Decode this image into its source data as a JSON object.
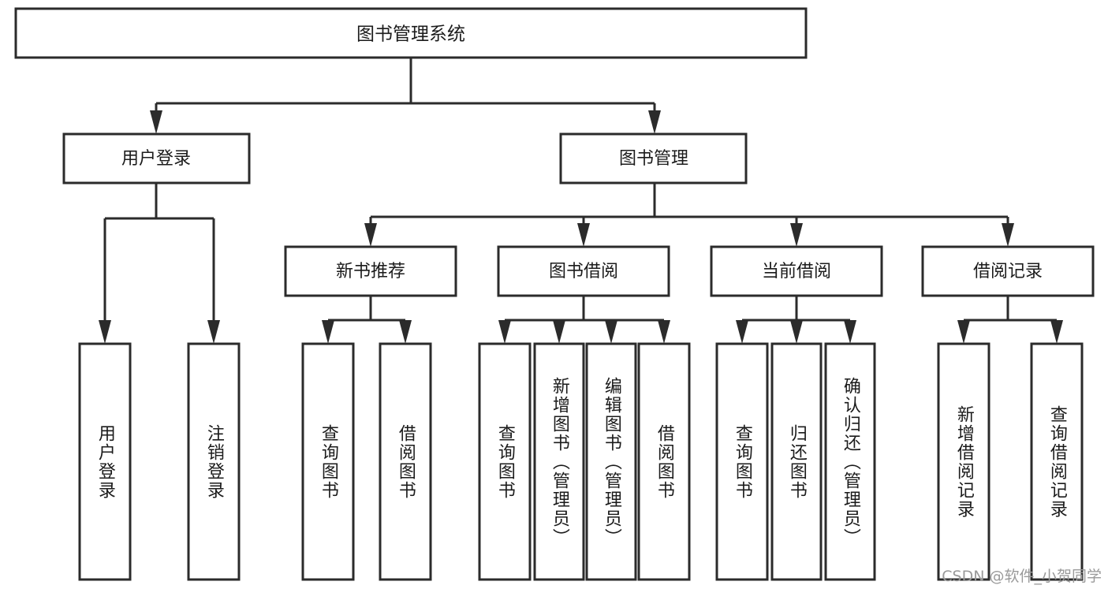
{
  "diagram": {
    "type": "tree",
    "title": "图书管理系统",
    "watermark": "CSDN @软件_小贺同学",
    "colors": {
      "box_fill": "#ffffff",
      "box_stroke": "#2b2b2b",
      "text": "#1b1b1b",
      "watermark": "#9a9a9a",
      "background": "#ffffff"
    },
    "root": {
      "label": "图书管理系统"
    },
    "level2": [
      {
        "label": "用户登录"
      },
      {
        "label": "图书管理"
      }
    ],
    "level3": [
      {
        "label": "新书推荐"
      },
      {
        "label": "图书借阅"
      },
      {
        "label": "当前借阅"
      },
      {
        "label": "借阅记录"
      }
    ],
    "leaves": {
      "user_login": [
        {
          "label": "用户登录"
        },
        {
          "label": "注销登录"
        }
      ],
      "new_book": [
        {
          "label": "查询图书"
        },
        {
          "label": "借阅图书"
        }
      ],
      "book_borrow": [
        {
          "label": "查询图书"
        },
        {
          "label": "新增图书（管理员）"
        },
        {
          "label": "编辑图书（管理员）"
        },
        {
          "label": "借阅图书"
        }
      ],
      "current_borrow": [
        {
          "label": "查询图书"
        },
        {
          "label": "归还图书"
        },
        {
          "label": "确认归还（管理员）"
        }
      ],
      "borrow_record": [
        {
          "label": "新增借阅记录"
        },
        {
          "label": "查询借阅记录"
        }
      ]
    }
  }
}
